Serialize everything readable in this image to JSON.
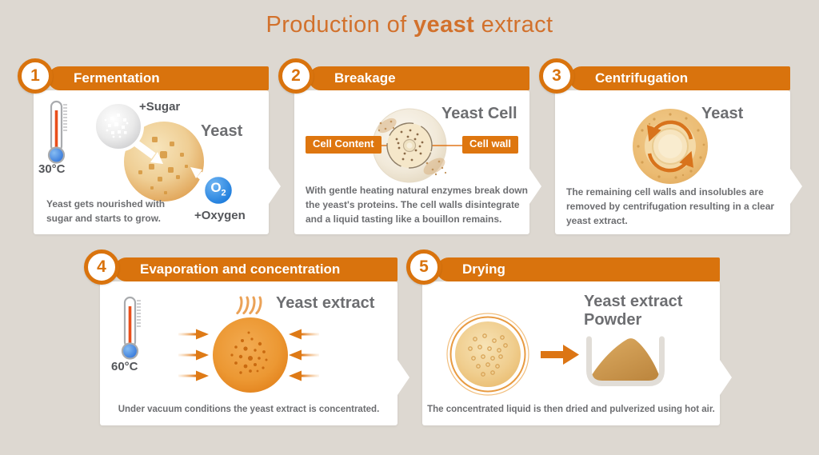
{
  "title": {
    "pre": "Production of ",
    "bold": "yeast",
    "post": " extract"
  },
  "colors": {
    "background": "#DDD8D1",
    "accent_orange": "#D9730D",
    "title_orange": "#D2712C",
    "card_white": "#FFFFFF",
    "caption_gray": "#6D6E71",
    "label_dark_gray": "#54565A",
    "oxygen_blue": "#1878DA"
  },
  "steps": [
    {
      "number": "1",
      "title": "Fermentation",
      "caption": "Yeast gets nourished with sugar and starts to grow.",
      "temperature": "30°C",
      "labels": {
        "sugar": "+Sugar",
        "yeast": "Yeast",
        "oxygen": "+Oxygen",
        "o2_symbol": "O",
        "o2_subscript": "2"
      }
    },
    {
      "number": "2",
      "title": "Breakage",
      "caption": "With gentle heating natural enzymes break down the yeast's proteins. The cell walls disintegrate and a liquid tasting like a bouillon remains.",
      "labels": {
        "cell": "Yeast Cell",
        "cell_content": "Cell Content",
        "cell_wall": "Cell wall"
      }
    },
    {
      "number": "3",
      "title": "Centrifugation",
      "caption": "The remaining cell walls and insolubles are removed by centrifugation resulting in a clear yeast extract.",
      "labels": {
        "yeast": "Yeast"
      }
    },
    {
      "number": "4",
      "title": "Evaporation and concentration",
      "caption": "Under vacuum conditions the yeast extract is concentrated.",
      "temperature": "60°C",
      "labels": {
        "extract": "Yeast extract"
      }
    },
    {
      "number": "5",
      "title": "Drying",
      "caption": "The concentrated liquid is then dried and pulverized using hot air.",
      "labels": {
        "extract": "Yeast extract",
        "powder": "Powder"
      }
    }
  ]
}
